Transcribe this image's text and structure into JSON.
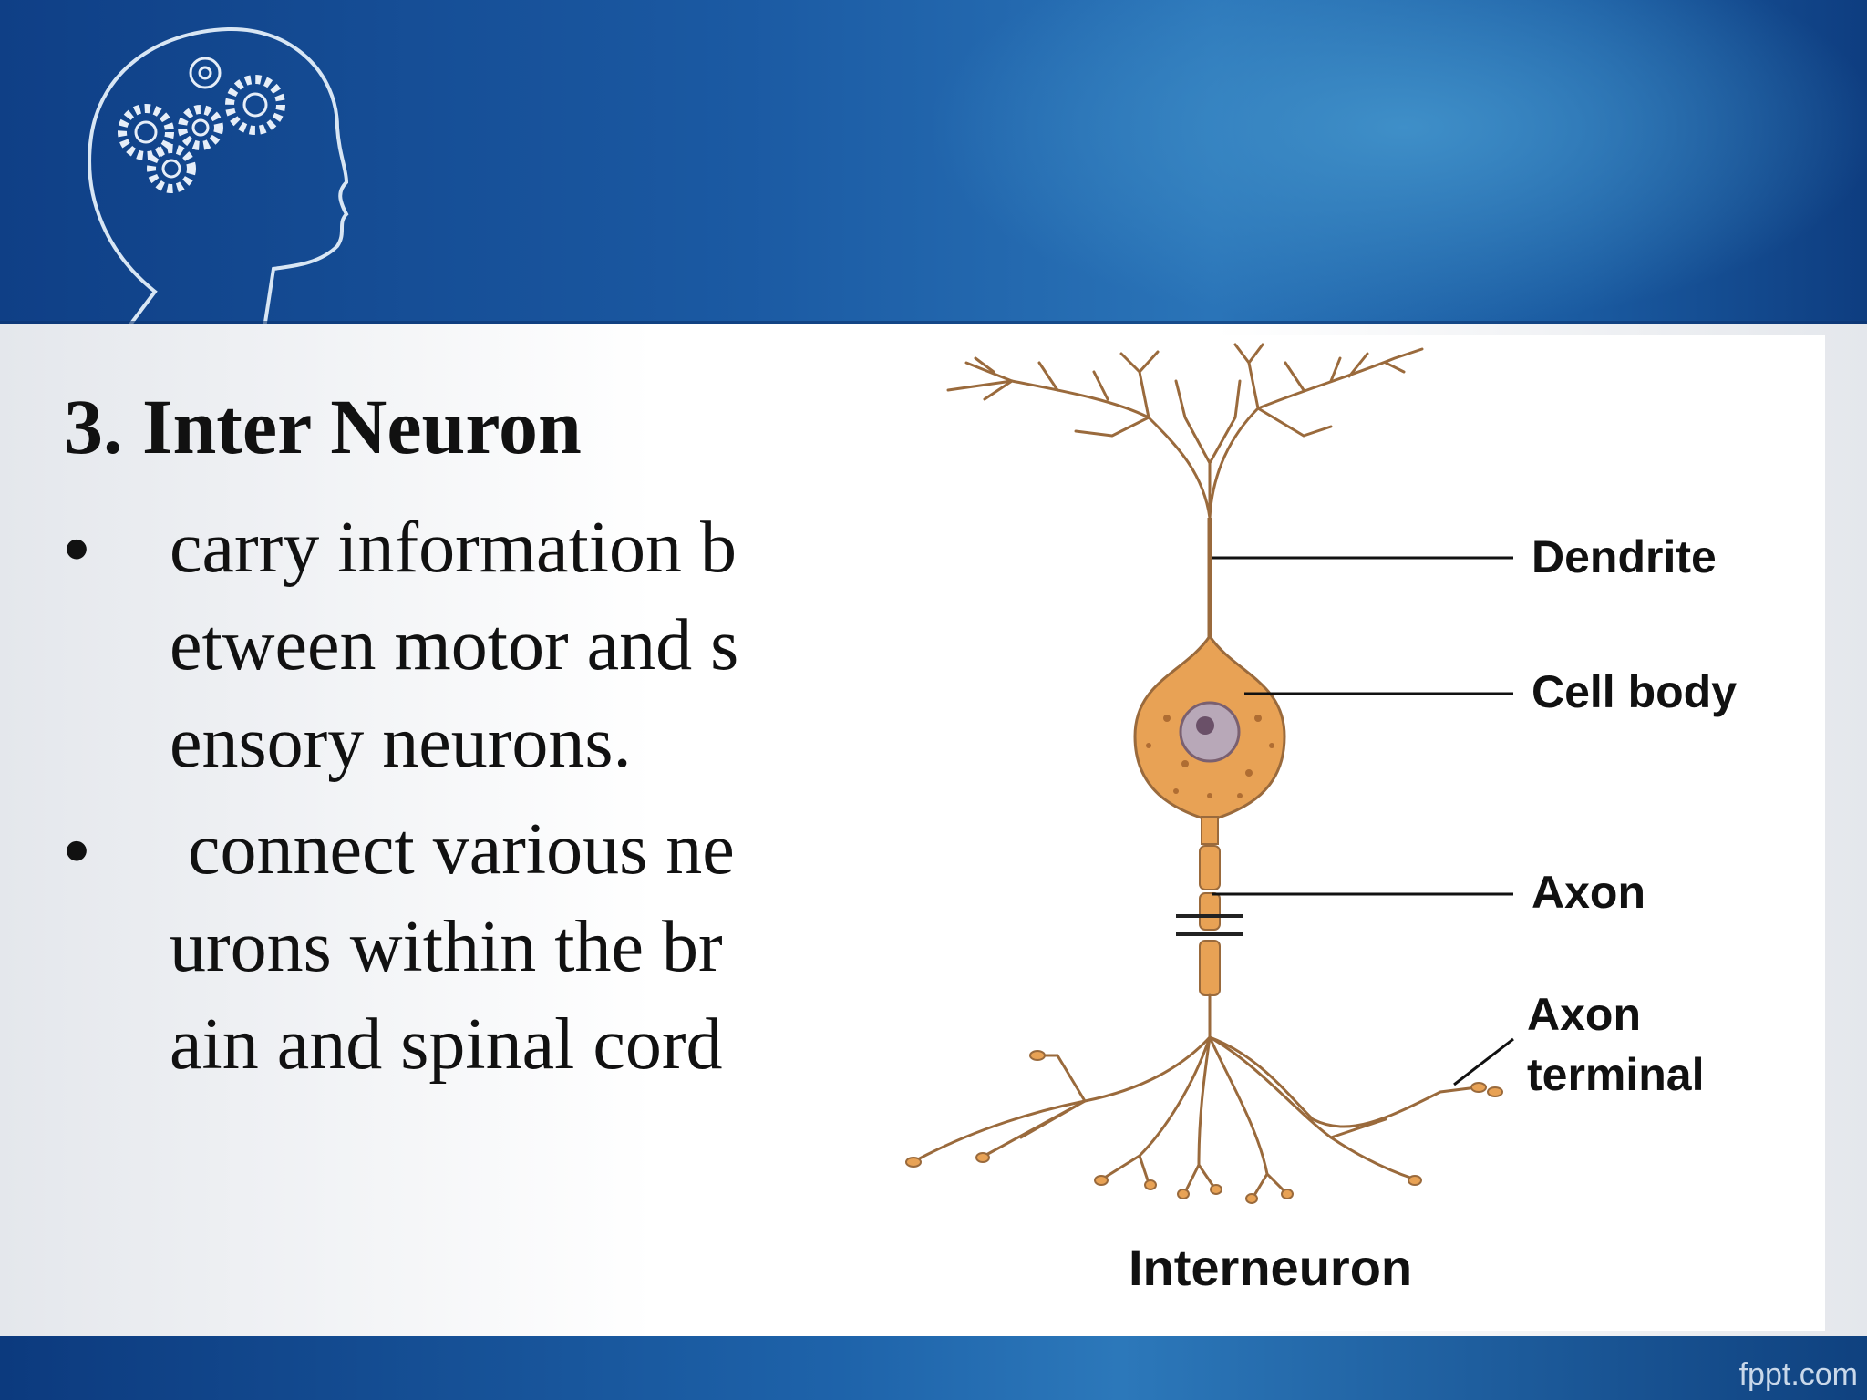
{
  "slide": {
    "title": "3. Inter Neuron",
    "bullets": [
      {
        "marker": "•",
        "lines": [
          "carry information b",
          "etween motor and s",
          "ensory neurons."
        ]
      },
      {
        "marker": "•",
        "lines": [
          " connect various ne",
          "urons within the br",
          "ain and spinal cord"
        ]
      }
    ]
  },
  "figure": {
    "labels": {
      "dendrite": "Dendrite",
      "cell_body": "Cell body",
      "axon": "Axon",
      "axon_terminal_line1": "Axon",
      "axon_terminal_line2": "terminal"
    },
    "caption": "Interneuron"
  },
  "footer": {
    "brand": "fppt.com"
  },
  "colors": {
    "header_blue": "#1b5aa3",
    "neuron_fill": "#e8a255",
    "neuron_stroke": "#9a6a3c",
    "text": "#111111"
  },
  "icons": [
    "head-with-gears-icon"
  ]
}
